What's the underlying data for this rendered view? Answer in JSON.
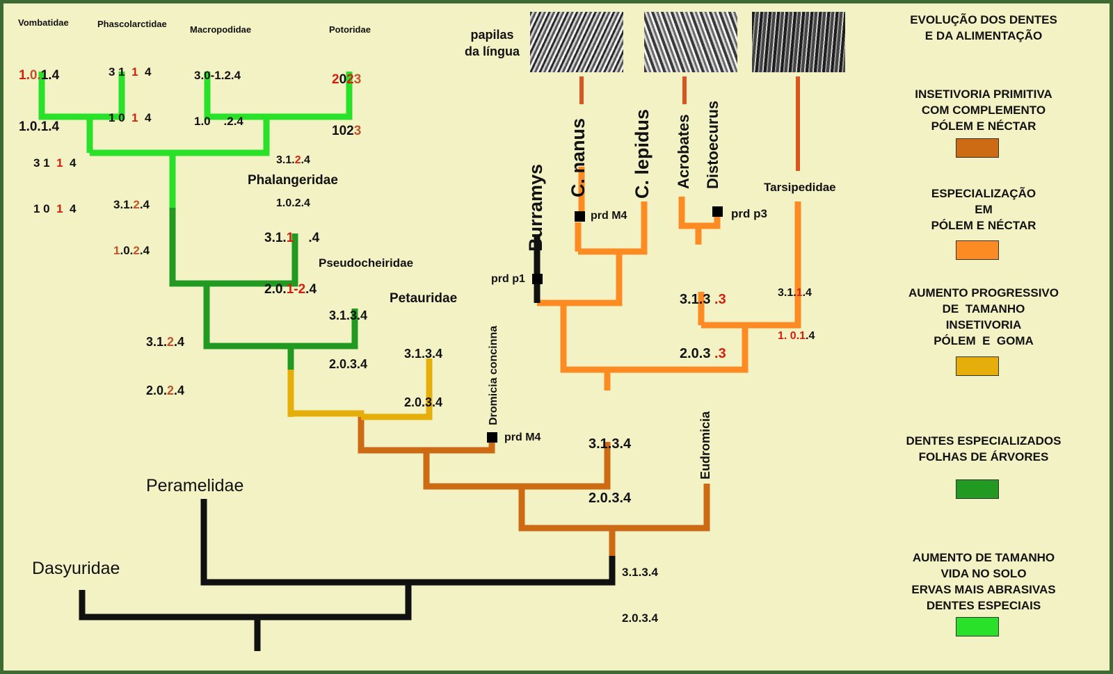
{
  "legend": [
    {
      "text": "EVOLUÇÃO DOS DENTES\nE DA ALIMENTAÇÃO",
      "color": null
    },
    {
      "text": "INSETIVORIA PRIMITIVA\nCOM COMPLEMENTO\nPÓLEM E NÉCTAR",
      "color": "#cd6a14"
    },
    {
      "text": "ESPECIALIZAÇÃO\nEM\nPÓLEM E NÉCTAR",
      "color": "#fd8b23"
    },
    {
      "text": "AUMENTO PROGRESSIVO\nDE  TAMANHO\nINSETIVORIA\nPÓLEM  E  GOMA",
      "color": "#e6ae0b"
    },
    {
      "text": "DENTES ESPECIALIZADOS\nFOLHAS DE ÁRVORES",
      "color": "#229a22"
    },
    {
      "text": "AUMENTO DE TAMANHO\nVIDA NO SOLO\nERVAS MAIS ABRASIVAS\nDENTES ESPECIAIS",
      "color": "#29e129"
    }
  ],
  "papilas_label": "papilas\nda língua",
  "taxa": {
    "vombatidae": "Vombatidae",
    "phascolarctidae": "Phascolarctidae",
    "macropodidae": "Macropodidae",
    "potoridae": "Potoridae",
    "phalangeridae": "Phalangeridae",
    "pseudocheiridae": "Pseudocheiridae",
    "petauridae": "Petauridae",
    "tarsipedidae": "Tarsipedidae",
    "peramelidae": "Peramelidae",
    "dasyuridae": "Dasyuridae",
    "burramys": "Burramys",
    "c_nanus": "C. nanus",
    "c_lepidus": "C. lepidus",
    "acrobates": "Acrobates",
    "distoecurus": "Distoecurus",
    "dromicia": "Dromicia concinna",
    "eudromicia": "Eudromicia"
  },
  "prd": {
    "m4_nanus": "prd M4",
    "p3": "prd p3",
    "p1": "prd p1",
    "m4_dromicia": "prd M4"
  },
  "formulas": {
    "vombatidae": [
      [
        "1.",
        "0.",
        "1.4"
      ],
      [
        "1.0.1.4"
      ]
    ],
    "phascolarctidae": [
      [
        "3 1  ",
        "1",
        "  4"
      ],
      [
        "1 0  ",
        "1",
        "  4"
      ]
    ],
    "macropodidae": [
      "3.0-1.2.4",
      "1.0    .2.4"
    ],
    "potoridae": [
      [
        "2",
        "0",
        "2",
        "3"
      ],
      [
        "102",
        "3"
      ]
    ],
    "vomb_phasc_node": [
      [
        "3 1  ",
        "1",
        "  4"
      ],
      [
        "1 0  ",
        "1",
        "  4"
      ]
    ],
    "macro_poto_node": [
      [
        "3.1.",
        "2",
        ".4"
      ],
      [
        "1.0.2.4"
      ]
    ],
    "diprotodont_node": [
      [
        "3.1.",
        "2",
        ".4"
      ],
      [
        "1",
        ".0.",
        "2",
        ".4"
      ]
    ],
    "phalangeridae": [
      [
        "3.1.",
        "1",
        "    .4"
      ],
      [
        "2.0.",
        "1-2",
        ".4"
      ]
    ],
    "pseudocheiridae": [
      "3.1.3.4",
      "2.0.3.4"
    ],
    "petauridae": [
      "3.1.3.4",
      "2.0.3.4"
    ],
    "pseudo_phal_node": [
      [
        "3.1.",
        "2",
        ".4"
      ],
      [
        "2.0.",
        "2",
        ".4"
      ]
    ],
    "acrobatidae": [
      [
        "3.1.3 ",
        ".3"
      ],
      [
        "2.0.3 ",
        ".3"
      ]
    ],
    "tarsipedidae": [
      [
        "3.1.",
        "1",
        ".4"
      ],
      [
        "1. 0.1",
        ".4"
      ]
    ],
    "burramyid_node": [
      "3.1.3.4",
      "2.0.3.4"
    ],
    "base_node": [
      "3.1.3.4",
      "2.0.3.4"
    ]
  }
}
